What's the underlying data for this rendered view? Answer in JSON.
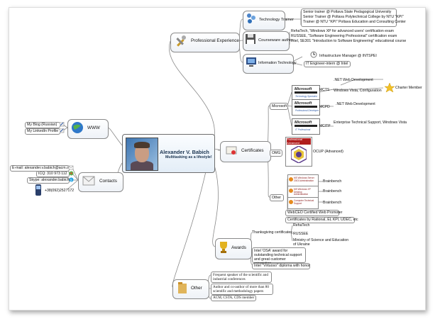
{
  "central": {
    "name": "Alexander V. Babich",
    "tagline": "Multitasking as a lifestyle!"
  },
  "wwww": {
    "label": "WWW",
    "links": [
      "My Blog (Russian)",
      "My LinkedIn Profile"
    ]
  },
  "contacts": {
    "label": "Contacts",
    "email": "E-mail: alexander.v.babich@acm.org",
    "icq": "ICQ: 310 973 112",
    "skype": "Skype: alexander.babich",
    "phone": "+38(092)2527172"
  },
  "professional": {
    "label": "Professional Experience",
    "technology_trainer": {
      "label": "Technology Trainer",
      "items": [
        "Senior trainer @ Poltava State Pedagogical University",
        "Senior Trainer @ Poltava Polytechnical College by NTU \"KPI\"",
        "Trainer @ NTU \"KPI\" Poltava Education and Consulting Center"
      ]
    },
    "courseware": {
      "label": "Courseware author",
      "items": [
        "RehaTech, 'Windows XP for advanced users' certification exam",
        "RUSSEE, \"Software Engineering Professional\" certification exam",
        "Intel, SE301 \"Introduction to Software Engineering\" educational course"
      ]
    },
    "it": {
      "label": "Information Technology",
      "items": [
        "Infrastructure Manager @ INTSPEI",
        "IT Engineer-intern @ Intel"
      ]
    }
  },
  "certificates": {
    "label": "Certificates",
    "microsoft": {
      "label": "Microsoft",
      "badges": [
        {
          "ms": "Microsoft",
          "role": "Technology Specialist",
          "code": "MCTS",
          "items": [
            ".NET Web Development",
            "Windows Vista, Configuration"
          ],
          "extra": "Charter Member"
        },
        {
          "ms": "Microsoft",
          "role": "Professional Developer",
          "code": "MCPD",
          "items": [
            ".NET Web Development"
          ]
        },
        {
          "ms": "Microsoft",
          "role": "IT Professional",
          "code": "MCITP",
          "items": [
            "Enterprise Technical Support, Windows Vista"
          ]
        }
      ]
    },
    "omg": {
      "label": "OMG",
      "badge_text": "Professional Advanced",
      "item": "OCUP (Advanced)"
    },
    "other": {
      "label": "Other",
      "brainbench": [
        {
          "cert": "MS Windows Server 2003 Administration",
          "name": "Brainbench"
        },
        {
          "cert": "MS Windows XP Desktop Administration",
          "name": "Brainbench"
        },
        {
          "cert": "Computer Technical Support",
          "name": "Brainbench"
        }
      ],
      "items": [
        "WebCEO Certified Web Promoter",
        "Certificates by Rational, EL KPI, UDEC, etc"
      ]
    }
  },
  "awards": {
    "label": "Awards",
    "thanksgiving": {
      "label": "Thanksgiving certificates",
      "items": [
        "RehaTech",
        "RUSSEE",
        "Ministry of Science and Education of Ukraine"
      ]
    },
    "items": [
      "Intel 'OSA' award for outstanding technical support and great customer orientation",
      "Intel \"Virtuoso\" diploma with honor"
    ]
  },
  "other": {
    "label": "Other",
    "items": [
      "Frequent speaker of the scientific and industrial conferences",
      "Author and co-author of more than 80 scientific and methodology papers",
      "ACM, CSTA, CDS member"
    ]
  },
  "colors": {
    "line": "#8a8a8a",
    "title": "#1a3350",
    "accent": "#2b58a6",
    "omg": "#b01d1d"
  }
}
